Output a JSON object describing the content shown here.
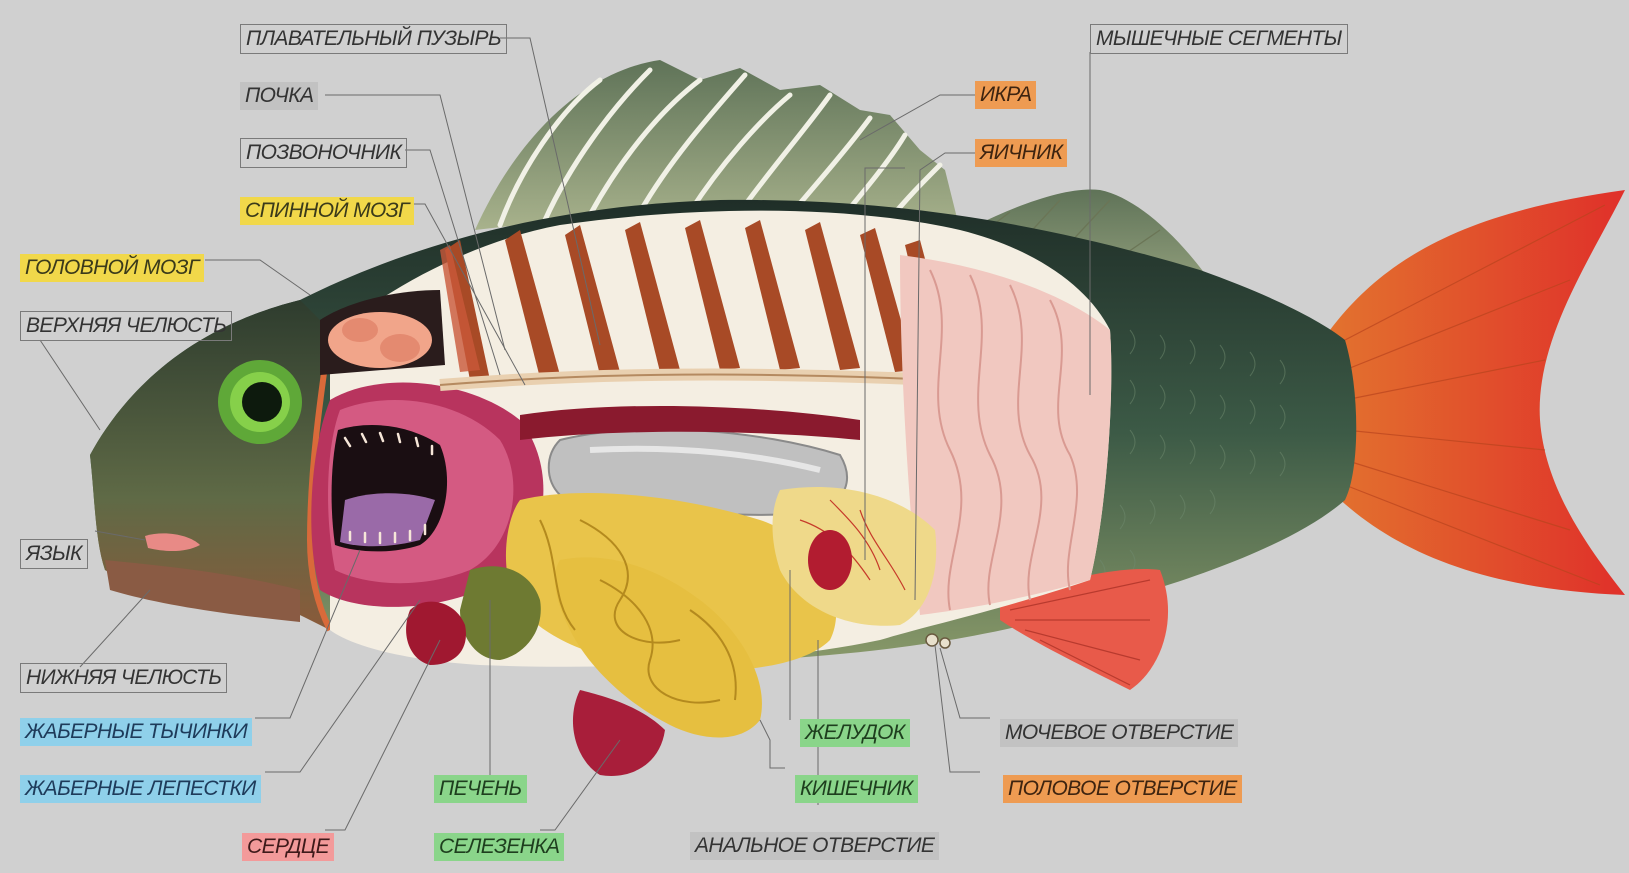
{
  "labels": {
    "swim_bladder": "ПЛАВАТЕЛЬНЫЙ ПУЗЫРЬ",
    "kidney": "ПОЧКА",
    "spine": "ПОЗВОНОЧНИК",
    "spinal_cord": "СПИННОЙ МОЗГ",
    "brain": "ГОЛОВНОЙ МОЗГ",
    "upper_jaw": "ВЕРХНЯЯ ЧЕЛЮСТЬ",
    "tongue": "ЯЗЫК",
    "lower_jaw": "НИЖНЯЯ ЧЕЛЮСТЬ",
    "gill_rakers": "ЖАБЕРНЫЕ ТЫЧИНКИ",
    "gill_filaments": "ЖАБЕРНЫЕ ЛЕПЕСТКИ",
    "heart": "СЕРДЦЕ",
    "liver": "ПЕЧЕНЬ",
    "spleen": "СЕЛЕЗЕНКА",
    "anus": "АНАЛЬНОЕ ОТВЕРСТИЕ",
    "stomach": "ЖЕЛУДОК",
    "intestine": "КИШЕЧНИК",
    "urinary_opening": "МОЧЕВОЕ ОТВЕРСТИЕ",
    "genital_opening": "ПОЛОВОЕ ОТВЕРСТИЕ",
    "muscle_segments": "МЫШЕЧНЫЕ СЕГМЕНТЫ",
    "roe": "ИКРА",
    "ovary": "ЯИЧНИК"
  },
  "colors": {
    "background": "#d0d0d0",
    "yellow_tag": "#f1d84a",
    "blue_tag": "#8fd0ea",
    "green_tag": "#8ad58a",
    "orange_tag": "#ee9b52",
    "pink_tag": "#f39a9a",
    "grey_tag": "#c2c2c2"
  }
}
